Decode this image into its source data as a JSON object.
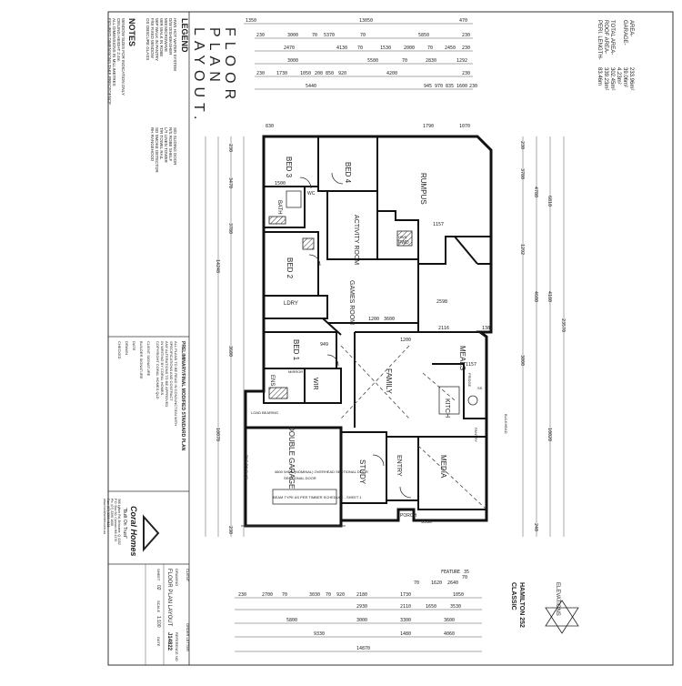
{
  "title": {
    "line1": "FLOOR",
    "line2": "PLAN",
    "line3": "LAYOUT."
  },
  "areas": {
    "header": "AREA-",
    "garage": "GARAGE-",
    "total_area": "TOTAL AREA-",
    "roof_area": "ROOF AREA-",
    "perimeter": "PERI. LENGTH-",
    "living_value": "233.96m²",
    "garage_value": "39.06m²",
    "porch_value": "4.23m²",
    "total_value": "302.45m²",
    "roof_value": "339.23m²",
    "peri_value": "83.46m"
  },
  "legend": {
    "heading": "LEGEND",
    "lines": [
      "HWS  HOT WATER SYSTEM",
      "D/W  DISHWASHER",
      "MW  MICROWAVE",
      "WIR  WALK IN ROBE",
      "WIP  WALK IN PANTRY",
      "F/W  FIXED WINDOW",
      "OS  OBSCURE GLASS",
      "S/D  SLIDING DOOR",
      "R/S  ROBE SHELF",
      "L/T  LINEN TOWER",
      "T/R  TOWEL RAIL",
      "SD  SMOKE DETECTOR",
      "RH  RANGEHOOD"
    ],
    "notes_heading": "NOTES",
    "notes": [
      "WINDOW SIZES FOR INDICATION ONLY",
      "CEILING HEIGHT 2.4m",
      "ALL DIMENSIONS IN MILLIMETRES",
      "FIGURED DIMENSIONS TAKE PRECEDENCE"
    ]
  },
  "dims_top": [
    "1350",
    "13050",
    "470",
    "230",
    "3000",
    "70",
    "5370",
    "70",
    "5850",
    "230",
    "2470",
    "4130",
    "70",
    "1530",
    "2000",
    "70",
    "2450",
    "230",
    "3000",
    "5500",
    "70",
    "2830",
    "1292",
    "230",
    "1730",
    "1050",
    "200",
    "850",
    "920",
    "4200",
    "230",
    "5440",
    "945",
    "970",
    "835",
    "1600",
    "230"
  ],
  "dims_left": [
    "230",
    "3470",
    "3780",
    "14240",
    "3600",
    "10070",
    "230"
  ],
  "dims_right": [
    "230",
    "3780",
    "4780",
    "6810",
    "1292",
    "4600",
    "4180",
    "23570",
    "3000",
    "10020",
    "240"
  ],
  "dims_bottom": [
    "70",
    "1620",
    "2640",
    "70",
    "230",
    "2700",
    "70",
    "3030",
    "70",
    "920",
    "2180",
    "1730",
    "1050",
    "2930",
    "2110",
    "1650",
    "3530",
    "3000",
    "3300",
    "5800",
    "3600",
    "1480",
    "9330",
    "4060",
    "14870"
  ],
  "dims_inner": [
    "1790",
    "1070",
    "830",
    "1500",
    "1157",
    "2598",
    "1200",
    "3600",
    "1157",
    "1382",
    "949",
    "1200",
    "3530",
    "2116"
  ],
  "rooms": {
    "bed3": "BED 3",
    "bed4": "BED 4",
    "rumpus": "RUMPUS",
    "activity": "ACTIVITY ROOM",
    "bed2": "BED 2",
    "games": "GAMES ROOM",
    "bed1": "BED 1",
    "meals": "MEALS",
    "family": "FAMILY",
    "kitchen": "KITCH",
    "wir": "WIR",
    "ens": "ENS",
    "bath": "BATH",
    "ldry": "LDRY",
    "garage": "DOUBLE GARAGE",
    "study": "STUDY",
    "entry": "ENTRY",
    "media": "MEDIA",
    "porch": "PORCH",
    "wc": "WC",
    "pwd": "PWD"
  },
  "annotations": {
    "door": "SECTIONAL DOOR",
    "door_note": "4800 WIDE (NOMINAL) OVERHEAD SECTIONAL DOOR",
    "beam": "BEAM TYPE AS PER TIMBER SCHEDULE - SHEET 1",
    "load_bearing": "LOAD BEARING",
    "mirror": "MIRROR",
    "bulkhead": "BULKHEAD",
    "hws": "HWS",
    "fridge": "FRIDGE",
    "pantry": "PANTRY",
    "ss": "SS",
    "sector": "TILE ON SLAB"
  },
  "revisions": {
    "heading": "PRELIMINARY/FINAL MODIFIED STANDARD PLAN",
    "lines": [
      "ALL PLANS TO BE READ IN CONJUNCTION WITH",
      "SPECIFICATIONS AND CONTRACT",
      "ANY ALTERATIONS TO BE APPROVED",
      "IN WRITING BY CORAL HOMES",
      "COPYRIGHT CORAL HOMES QLD",
      "CLIENT SIGNATURE",
      "BUILDER SIGNATURE",
      "DATE",
      "DRAWN",
      "CHECKED"
    ]
  },
  "company": {
    "name": "Coral Homes",
    "tagline": "\"Built On Trust\"",
    "address_lines": [
      "366 Lytton Rd, Brisbane, Q 4152",
      "P.O. Box 60, Cannon Hill 4170",
      "Ph: (07) 3390 1688",
      "Fax: (07) 3390 4101",
      "www.coralhomes.com.au"
    ]
  },
  "title_block": {
    "client_label": "CLIENT",
    "drawing_label": "DRAWING",
    "drawing": "FLOOR PLAN LAYOUT",
    "number_label": "REFERENCE NO",
    "number": "J14822",
    "sheet_label": "SHEET",
    "sheet": "02",
    "scale_label": "SCALE",
    "scale": "1:100",
    "date_label": "DATE",
    "order_label": "ORDER LETTER"
  },
  "design": {
    "name_line1": "HAMILTON 252",
    "name_line2": "CLASSIC",
    "elevations": "ELEVATIONS",
    "feature_label": "FEATURE",
    "feature_value": "35"
  }
}
